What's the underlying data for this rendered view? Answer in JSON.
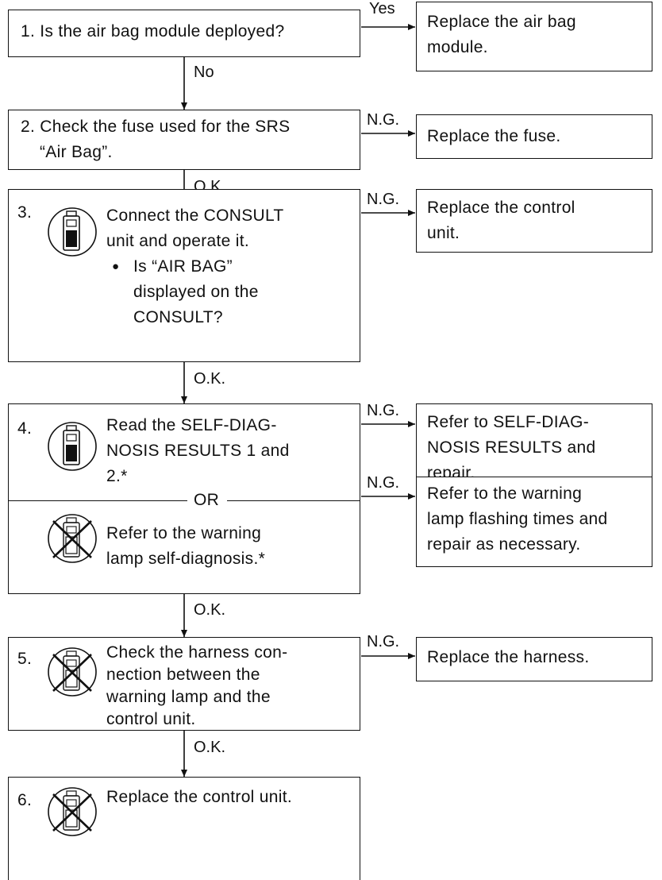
{
  "colors": {
    "ink": "#111111",
    "paper": "#ffffff"
  },
  "steps": [
    {
      "num": "",
      "lines": [
        "1. Is the air bag module deployed?"
      ]
    },
    {
      "num": "",
      "lines": [
        "2. Check the fuse used for the SRS",
        "“Air Bag”."
      ]
    },
    {
      "num": "3.",
      "icon": "consult-unit-icon",
      "lines": [
        "Connect the CONSULT",
        "unit and operate it."
      ],
      "bullet": "●",
      "bullet_lines": [
        "Is “AIR BAG”",
        "displayed on the",
        "CONSULT?"
      ]
    },
    {
      "num": "4.",
      "icon": "consult-unit-icon",
      "lines": [
        "Read the SELF-DIAG-",
        "NOSIS RESULTS 1 and",
        "2.*"
      ],
      "or_label": "OR",
      "alt_icon": "no-consult-unit-icon",
      "alt_lines": [
        "Refer to the warning",
        "lamp self-diagnosis.*"
      ]
    },
    {
      "num": "5.",
      "icon": "no-consult-unit-icon",
      "lines": [
        "Check the harness con-",
        "nection between the",
        "warning lamp and the",
        "control unit."
      ]
    },
    {
      "num": "6.",
      "icon": "no-consult-unit-icon",
      "lines": [
        "Replace the control unit."
      ]
    }
  ],
  "results": [
    {
      "lines": [
        "Replace the air bag",
        "module."
      ]
    },
    {
      "lines": [
        "Replace the fuse."
      ]
    },
    {
      "lines": [
        "Replace the control",
        "unit."
      ]
    },
    {
      "lines": [
        "Refer to SELF-DIAG-",
        "NOSIS RESULTS and",
        "repair."
      ]
    },
    {
      "lines": [
        "Refer to the warning",
        "lamp flashing times and",
        "repair as necessary."
      ]
    },
    {
      "lines": [
        "Replace the harness."
      ]
    }
  ],
  "branch_labels": {
    "yes": "Yes",
    "no": "No",
    "ng": "N.G.",
    "ok": "O.K."
  }
}
